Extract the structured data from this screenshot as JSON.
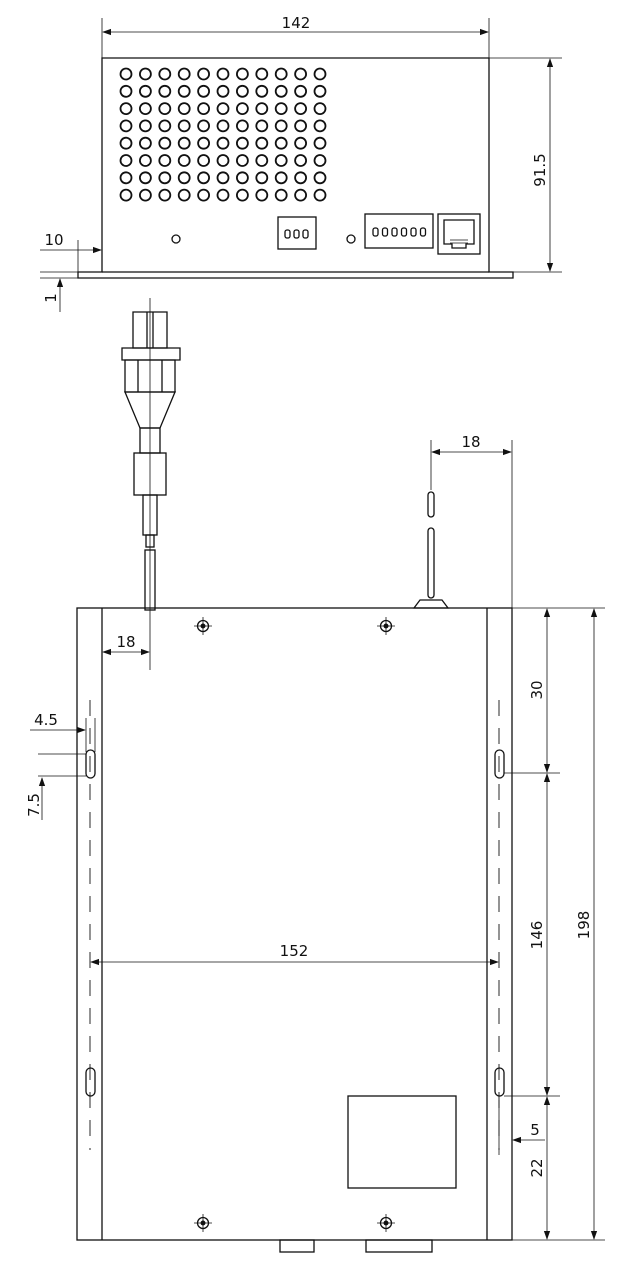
{
  "drawing": {
    "colors": {
      "line": "#111111",
      "background": "#ffffff"
    },
    "dimensions": {
      "front_width": "142",
      "front_height": "91.5",
      "foot_width": "10",
      "foot_thickness": "1",
      "antenna_offset": "18",
      "cable_offset": "18",
      "slot_width": "4.5",
      "slot_length": "7.5",
      "top_to_slot": "30",
      "slot_pitch": "146",
      "total_length": "198",
      "slot_span": "152",
      "slot_inset": "5",
      "slot_to_bottom": "22"
    },
    "front_view": {
      "vent_rows": 8,
      "vent_cols": 11,
      "connector_3pin_pins": 3,
      "connector_6pin_pins": 6,
      "rj45_icon": "rj45-port-icon"
    }
  }
}
